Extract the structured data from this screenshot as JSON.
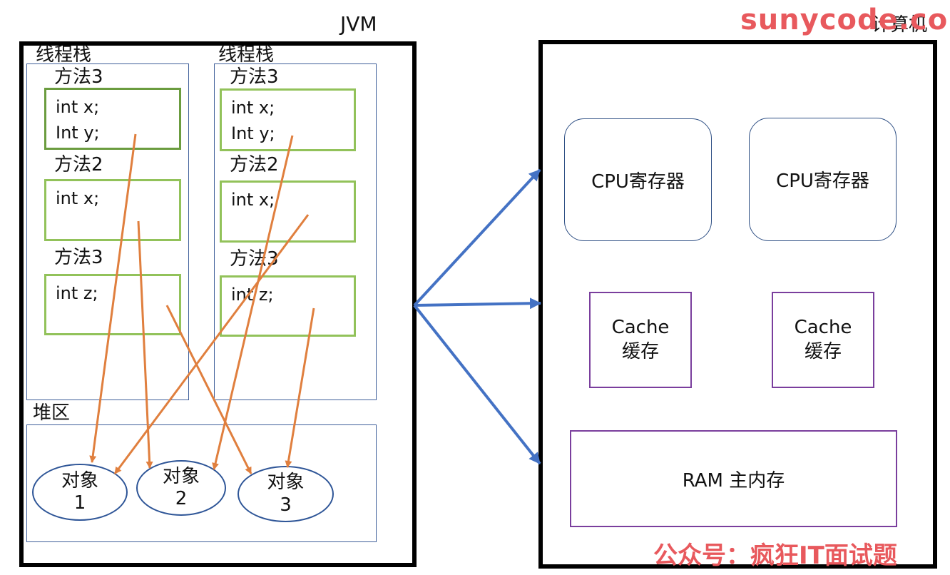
{
  "jvm": {
    "title": "JVM",
    "stacks": [
      {
        "label": "线程栈",
        "frames": [
          {
            "name": "方法3",
            "vars": [
              "int x;",
              "Int y;"
            ]
          },
          {
            "name": "方法2",
            "vars": [
              "int x;"
            ]
          },
          {
            "name": "方法3",
            "vars": [
              "int z;"
            ]
          }
        ]
      },
      {
        "label": "线程栈",
        "frames": [
          {
            "name": "方法3",
            "vars": [
              "int x;",
              "Int y;"
            ]
          },
          {
            "name": "方法2",
            "vars": [
              "int x;"
            ]
          },
          {
            "name": "方法3",
            "vars": [
              "int z;"
            ]
          }
        ]
      }
    ],
    "heap": {
      "label": "堆区",
      "objects": [
        {
          "name": "对象",
          "num": "1"
        },
        {
          "name": "对象",
          "num": "2"
        },
        {
          "name": "对象",
          "num": "3"
        }
      ]
    }
  },
  "computer": {
    "title": "计算机",
    "cpus": [
      "CPU寄存器",
      "CPU寄存器"
    ],
    "caches": [
      {
        "line1": "Cache",
        "line2": "缓存"
      },
      {
        "line1": "Cache",
        "line2": "缓存"
      }
    ],
    "ram": "RAM 主内存"
  },
  "watermarks": {
    "top": "sunycode.com",
    "bottom": "公众号：疯狂IT面试题"
  },
  "colors": {
    "reference_arrow": "#e07f3e",
    "mapping_arrow": "#4472c4",
    "frame_border": "#92c25a",
    "watermark": "#e8595d"
  }
}
